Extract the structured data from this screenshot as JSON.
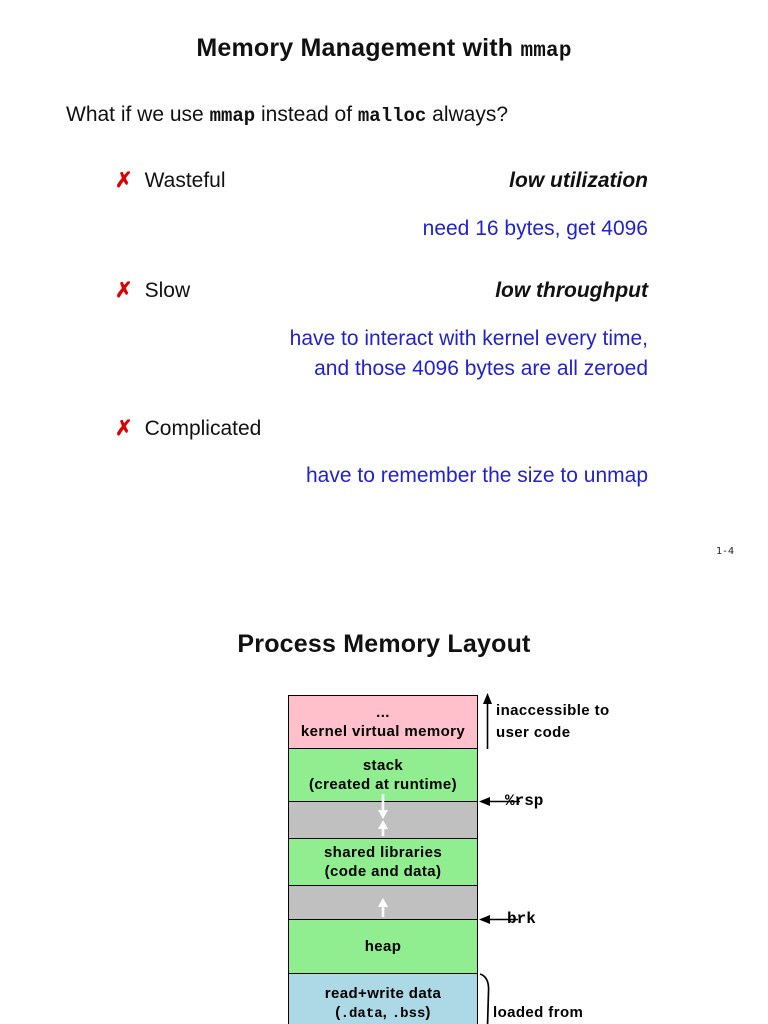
{
  "colors": {
    "cross_red": "#dd0000",
    "note_blue": "#2222cc",
    "kernel_pink": "#ffc0cb",
    "region_green": "#90ee90",
    "spacer_gray": "#c0c0c0",
    "data_blue": "#add8e6"
  },
  "icons": {
    "up_arrow": "↑",
    "down_arrow": "↓"
  },
  "slide1": {
    "title_text": "Memory Management with ",
    "title_code": "mmap",
    "intro": {
      "p1": "What if we use ",
      "c1": "mmap",
      "p2": " instead of ",
      "c2": "malloc",
      "p3": " always?"
    },
    "bullets": [
      {
        "mark": "✗",
        "label": "Wasteful",
        "tagline": "low utilization",
        "notes": [
          "need 16 bytes, get 4096"
        ]
      },
      {
        "mark": "✗",
        "label": "Slow",
        "tagline": "low throughput",
        "notes": [
          "have to interact with kernel every time,",
          "and those 4096 bytes are all zeroed"
        ]
      },
      {
        "mark": "✗",
        "label": "Complicated",
        "tagline": "",
        "notes": [
          "have to remember the size to unmap"
        ]
      }
    ],
    "page_number": "1-4"
  },
  "slide2": {
    "title": "Process Memory Layout",
    "diagram": {
      "boxes": [
        {
          "line1": "...",
          "line2": "kernel virtual memory",
          "color": "#ffc0cb"
        },
        {
          "line1": "stack",
          "line2": "(created at runtime)",
          "color": "#90ee90"
        },
        {
          "line1": "shared libraries",
          "line2": "(code and data)",
          "color": "#90ee90"
        },
        {
          "line1": "heap",
          "color": "#90ee90"
        },
        {
          "line1": "read+write data",
          "l2_open": "(",
          "l2_code1": ".data",
          "l2_sep": ", ",
          "l2_code2": ".bss",
          "l2_close": ")",
          "color": "#add8e6"
        }
      ],
      "labels": {
        "inaccessible_1": "inaccessible to",
        "inaccessible_2": "user code",
        "rsp": "%rsp",
        "brk": "brk",
        "loaded_from": "loaded from"
      }
    }
  }
}
